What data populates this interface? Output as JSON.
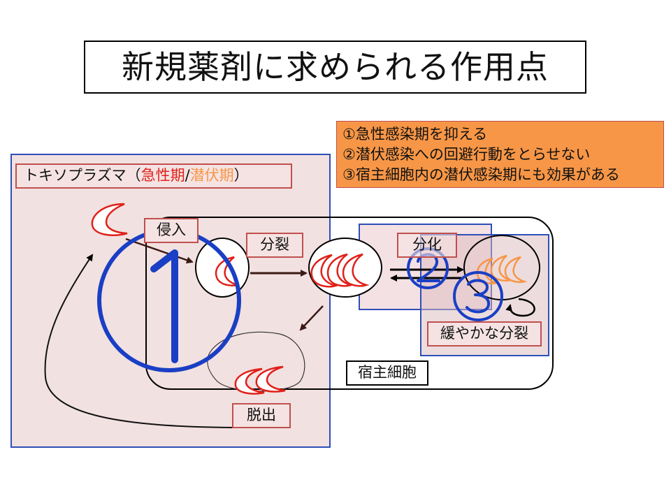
{
  "title": "新規薬剤に求められる作用点",
  "goals": [
    "①急性感染期を抑える",
    "②潜伏感染への回避行動をとらせない",
    "③宿主細胞内の潜伏感染期にも効果がある"
  ],
  "toxo_label": {
    "prefix": "トキソプラズマ（",
    "acute": "急性期",
    "slash": "/",
    "latent": "潜伏期",
    "suffix": "）"
  },
  "stages": {
    "invasion": "侵入",
    "division": "分裂",
    "differentiation": "分化",
    "slow_division": "緩やかな分裂",
    "host_cell": "宿主細胞",
    "egress": "脱出"
  },
  "markers": {
    "one": "①",
    "two": "②",
    "three": "③"
  },
  "colors": {
    "tachyzoite": "#e0201a",
    "bradyzoite": "#f79646",
    "panel_border": "#2e4fb8",
    "marker": "#1a3fc4"
  }
}
